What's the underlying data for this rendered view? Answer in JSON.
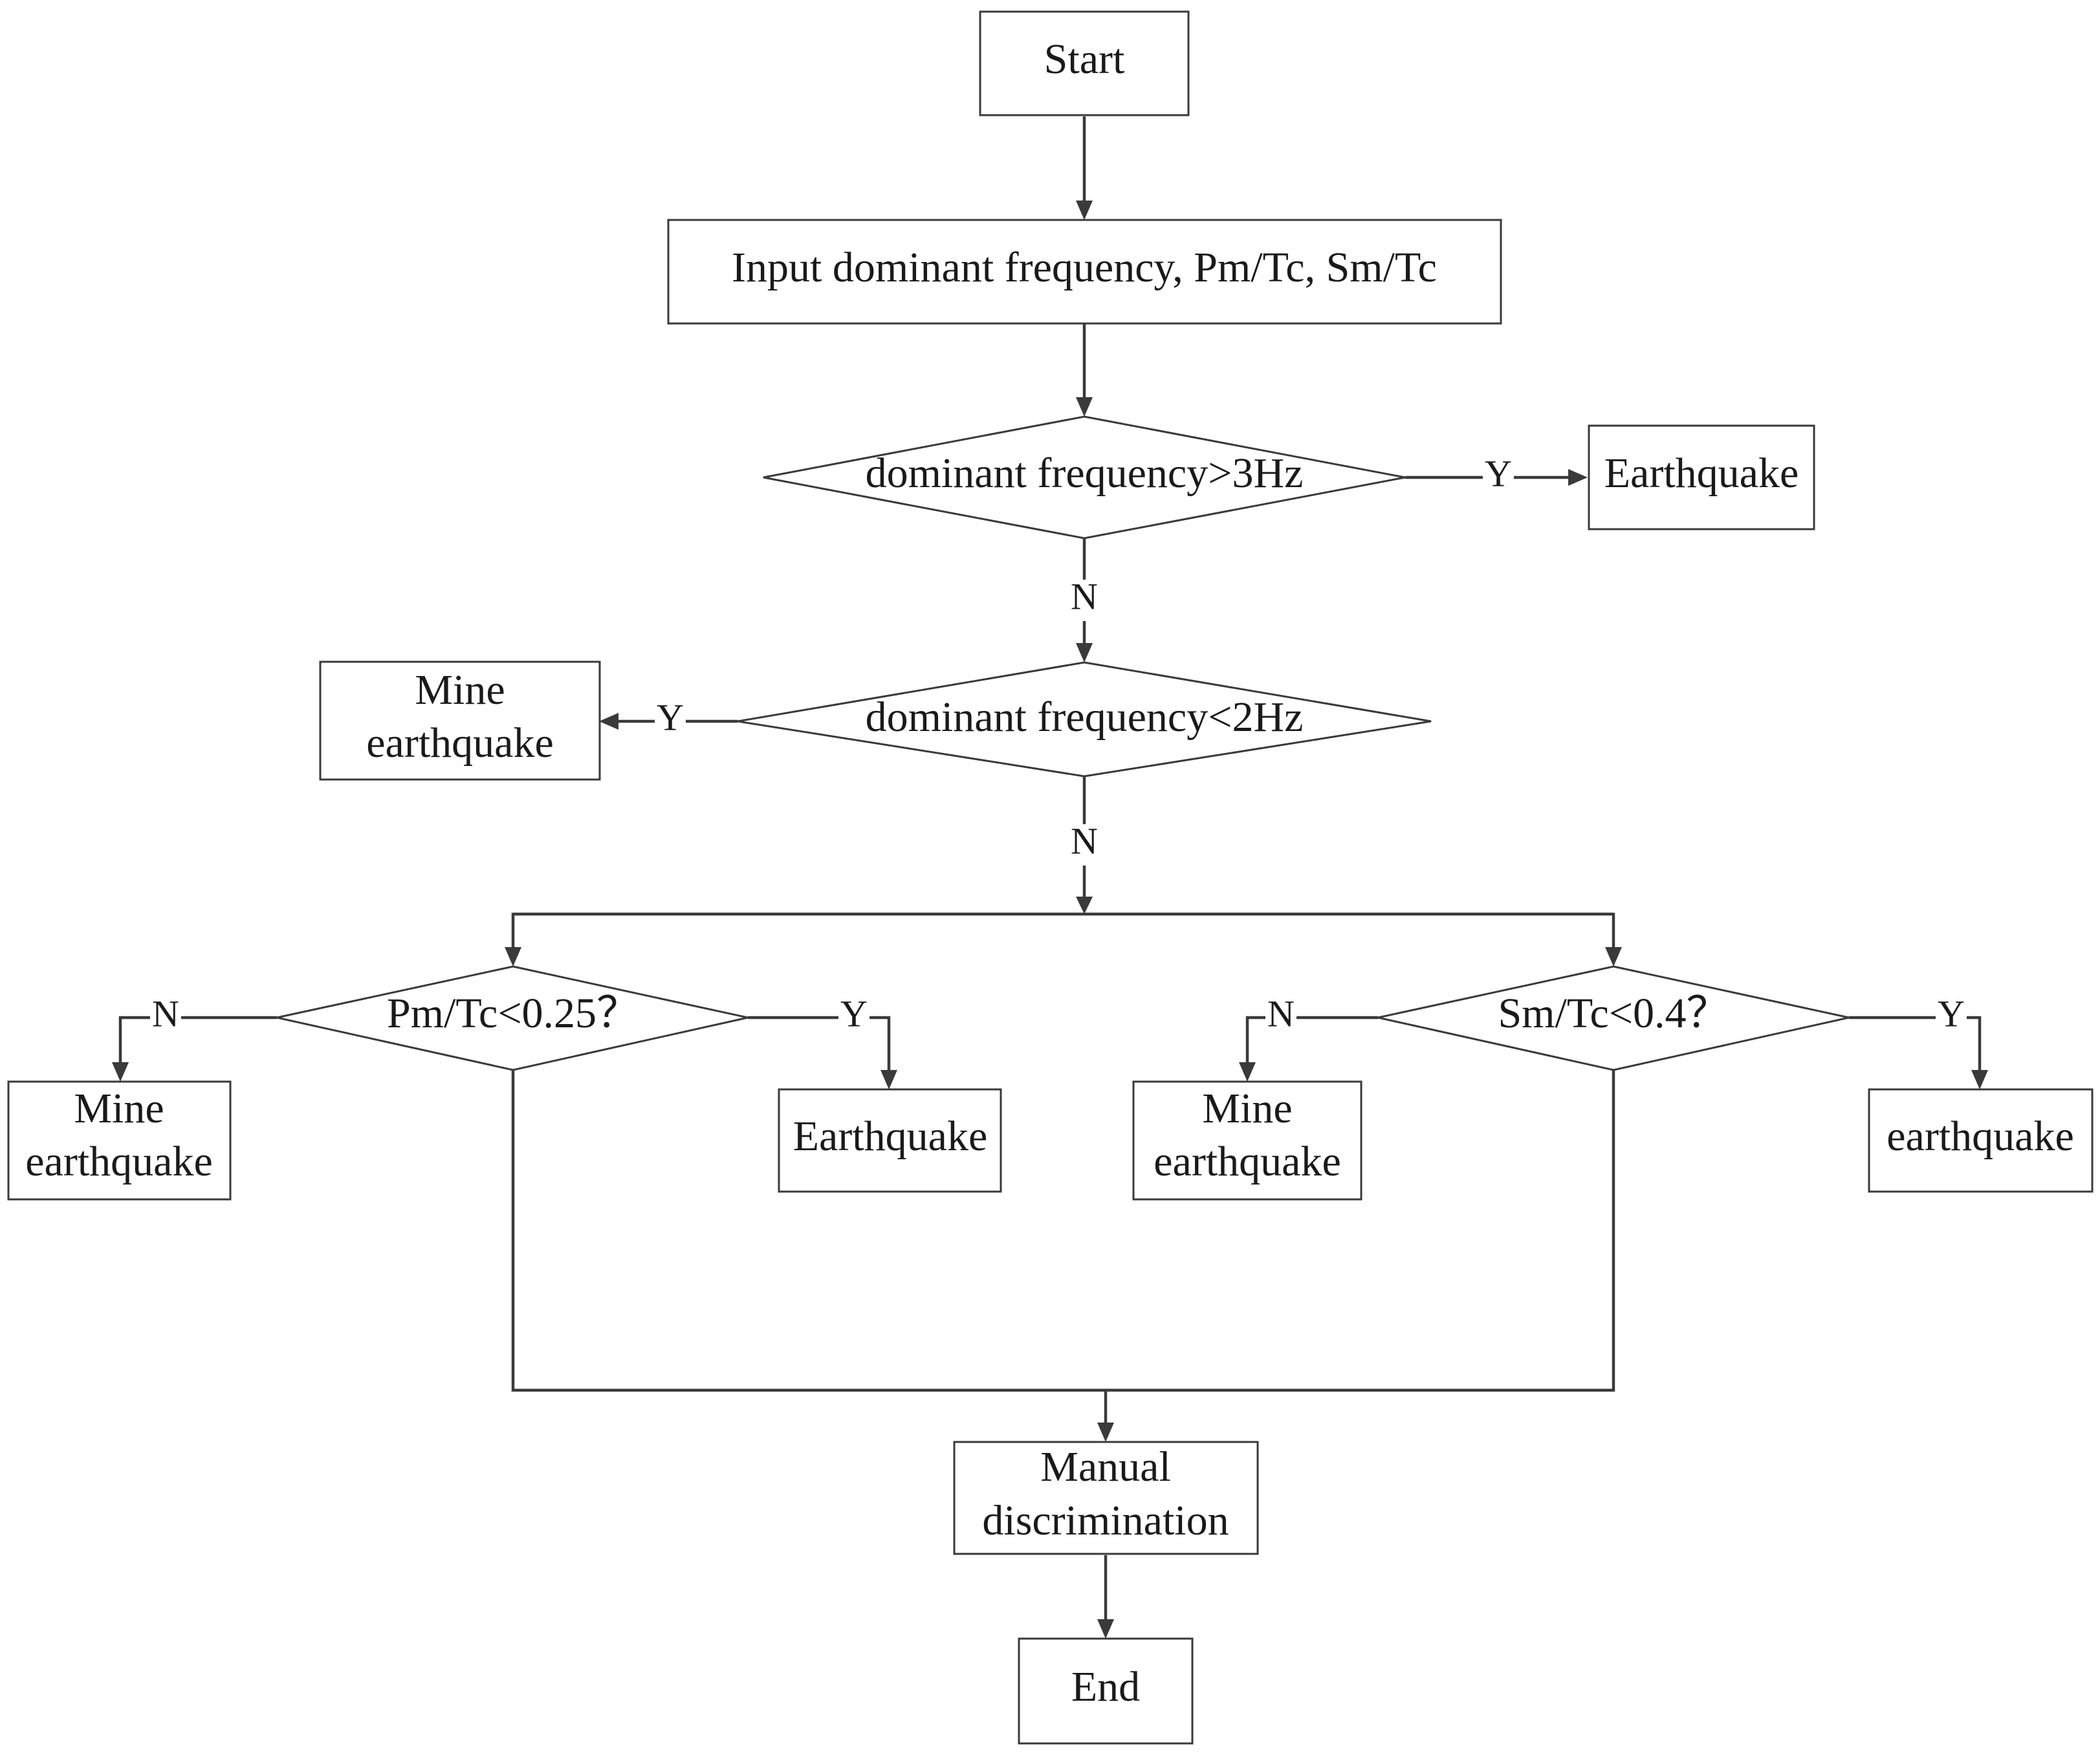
{
  "nodes": {
    "start": "Start",
    "input": "Input dominant frequency, Pm/Tc, Sm/Tc",
    "decision_gt3": "dominant frequency>3Hz",
    "earthquake_top": "Earthquake",
    "decision_lt2": "dominant frequency<2Hz",
    "mine_top": [
      "Mine",
      "earthquake"
    ],
    "decision_pm": "Pm/Tc<0.25？",
    "mine_left": [
      "Mine",
      "earthquake"
    ],
    "earthquake_left": "Earthquake",
    "decision_sm": "Sm/Tc<0.4？",
    "mine_right": [
      "Mine",
      "earthquake"
    ],
    "earthquake_right": "earthquake",
    "manual": [
      "Manual",
      "discrimination"
    ],
    "end": "End"
  },
  "edge_labels": {
    "yes": "Y",
    "no": "N"
  },
  "colors": {
    "stroke": "#3a3a3a",
    "text": "#1a1a1a",
    "background": "#ffffff"
  }
}
